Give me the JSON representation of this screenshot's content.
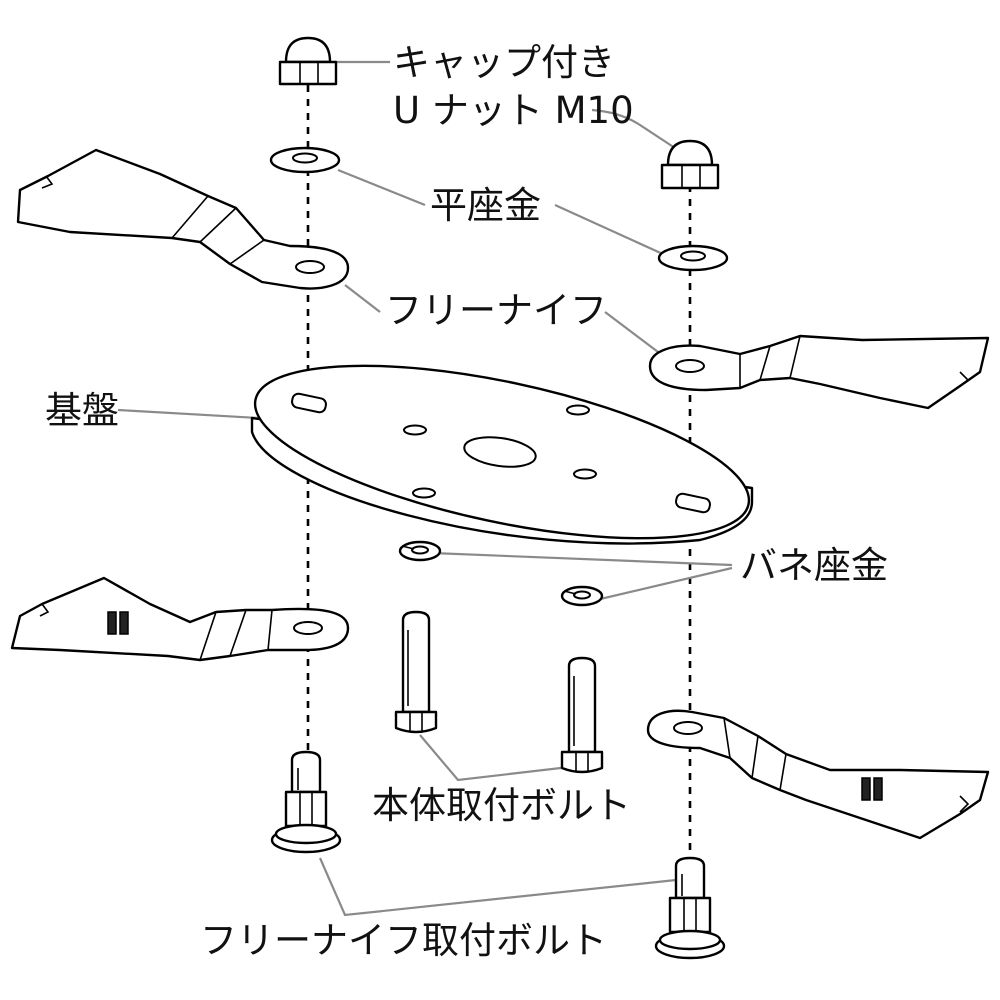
{
  "labels": {
    "cap_nut_line1": "キャップ付き",
    "cap_nut_line2": "U ナット M10",
    "flat_washer": "平座金",
    "free_knife": "フリーナイフ",
    "base_plate": "基盤",
    "spring_washer": "バネ座金",
    "body_mount_bolt": "本体取付ボルト",
    "free_knife_mount_bolt": "フリーナイフ取付ボルト"
  },
  "colors": {
    "line": "#000000",
    "leader": "#8a8a8a",
    "background": "#ffffff"
  }
}
